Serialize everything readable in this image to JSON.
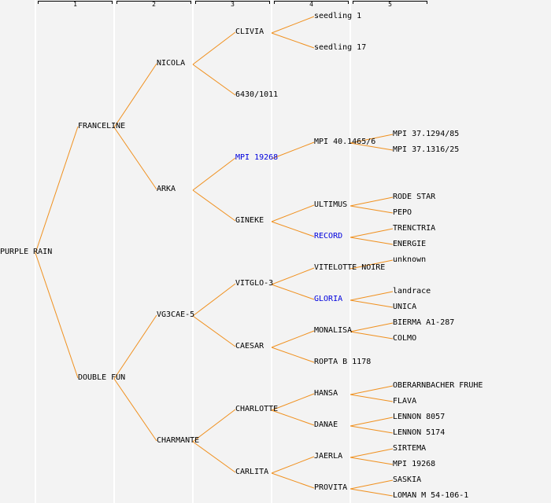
{
  "generations": [
    "1",
    "2",
    "3",
    "4",
    "5"
  ],
  "colors": {
    "edge": "#f0901e",
    "highlight": "#0000dd",
    "text": "#000000"
  },
  "pedigree": {
    "name": "PURPLE RAIN",
    "children": [
      {
        "name": "FRANCELINE",
        "children": [
          {
            "name": "NICOLA",
            "children": [
              {
                "name": "CLIVIA",
                "children": [
                  {
                    "name": "seedling 1"
                  },
                  {
                    "name": "seedling 17"
                  }
                ]
              },
              {
                "name": "6430/1011"
              }
            ]
          },
          {
            "name": "ARKA",
            "children": [
              {
                "name": "MPI 19268",
                "highlight": true,
                "children": [
                  {
                    "name": "MPI 40.1465/6",
                    "children": [
                      {
                        "name": "MPI 37.1294/85"
                      },
                      {
                        "name": "MPI 37.1316/25"
                      }
                    ]
                  },
                  null
                ]
              },
              {
                "name": "GINEKE",
                "children": [
                  {
                    "name": "ULTIMUS",
                    "children": [
                      {
                        "name": "RODE STAR"
                      },
                      {
                        "name": "PEPO"
                      }
                    ]
                  },
                  {
                    "name": "RECORD",
                    "highlight": true,
                    "children": [
                      {
                        "name": "TRENCTRIA"
                      },
                      {
                        "name": "ENERGIE"
                      }
                    ]
                  }
                ]
              }
            ]
          }
        ]
      },
      {
        "name": "DOUBLE FUN",
        "children": [
          {
            "name": "VG3CAE-5",
            "children": [
              {
                "name": "VITGLO-3",
                "children": [
                  {
                    "name": "VITELOTTE NOIRE",
                    "children": [
                      {
                        "name": "unknown"
                      },
                      null
                    ]
                  },
                  {
                    "name": "GLORIA",
                    "highlight": true,
                    "children": [
                      {
                        "name": "landrace"
                      },
                      {
                        "name": "UNICA"
                      }
                    ]
                  }
                ]
              },
              {
                "name": "CAESAR",
                "children": [
                  {
                    "name": "MONALISA",
                    "children": [
                      {
                        "name": "BIERMA A1-287"
                      },
                      {
                        "name": "COLMO"
                      }
                    ]
                  },
                  {
                    "name": "ROPTA B 1178"
                  }
                ]
              }
            ]
          },
          {
            "name": "CHARMANTE",
            "children": [
              {
                "name": "CHARLOTTE",
                "children": [
                  {
                    "name": "HANSA",
                    "children": [
                      {
                        "name": "OBERARNBACHER FRUHE"
                      },
                      {
                        "name": "FLAVA"
                      }
                    ]
                  },
                  {
                    "name": "DANAE",
                    "children": [
                      {
                        "name": "LENNON 8057"
                      },
                      {
                        "name": "LENNON 5174"
                      }
                    ]
                  }
                ]
              },
              {
                "name": "CARLITA",
                "children": [
                  {
                    "name": "JAERLA",
                    "children": [
                      {
                        "name": "SIRTEMA"
                      },
                      {
                        "name": "MPI 19268"
                      }
                    ]
                  },
                  {
                    "name": "PROVITA",
                    "children": [
                      {
                        "name": "SASKIA"
                      },
                      {
                        "name": "LOMAN M 54-106-1"
                      }
                    ]
                  }
                ]
              }
            ]
          }
        ]
      }
    ]
  }
}
